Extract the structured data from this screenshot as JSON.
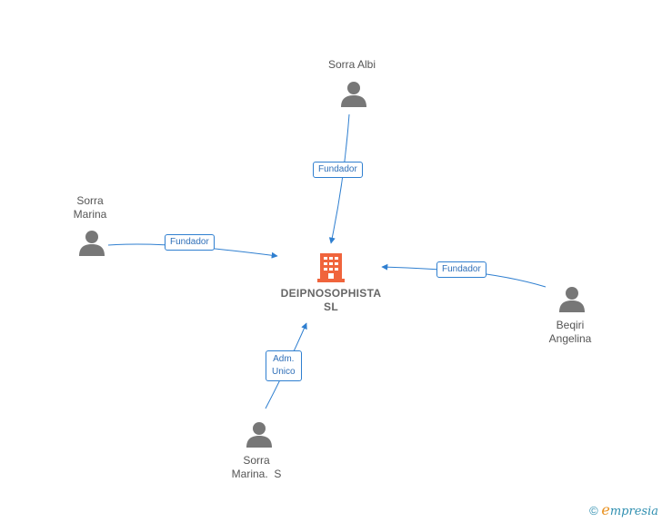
{
  "colors": {
    "edge": "#2f7fd0",
    "person": "#777777",
    "company": "#f0643c"
  },
  "company": {
    "name_line1": "DEIPNOSOPHISTA",
    "name_line2": "SL",
    "icon": "building-icon"
  },
  "persons": [
    {
      "id": "albi",
      "line1": "Sorra Albi",
      "line2": "",
      "icon": "person-icon"
    },
    {
      "id": "marina",
      "line1": "Sorra",
      "line2": "Marina",
      "icon": "person-icon"
    },
    {
      "id": "beqiri",
      "line1": "Beqiri",
      "line2": "Angelina",
      "icon": "person-icon"
    },
    {
      "id": "marinas",
      "line1": "Sorra",
      "line2": "Marina.  S",
      "icon": "person-icon"
    }
  ],
  "edges": [
    {
      "from": "albi",
      "line1": "Fundador",
      "line2": ""
    },
    {
      "from": "marina",
      "line1": "Fundador",
      "line2": ""
    },
    {
      "from": "beqiri",
      "line1": "Fundador",
      "line2": ""
    },
    {
      "from": "marinas",
      "line1": "Adm.",
      "line2": "Unico"
    }
  ],
  "footer": {
    "copyright": "©",
    "brand_initial": "e",
    "brand_rest": "mpresia"
  }
}
